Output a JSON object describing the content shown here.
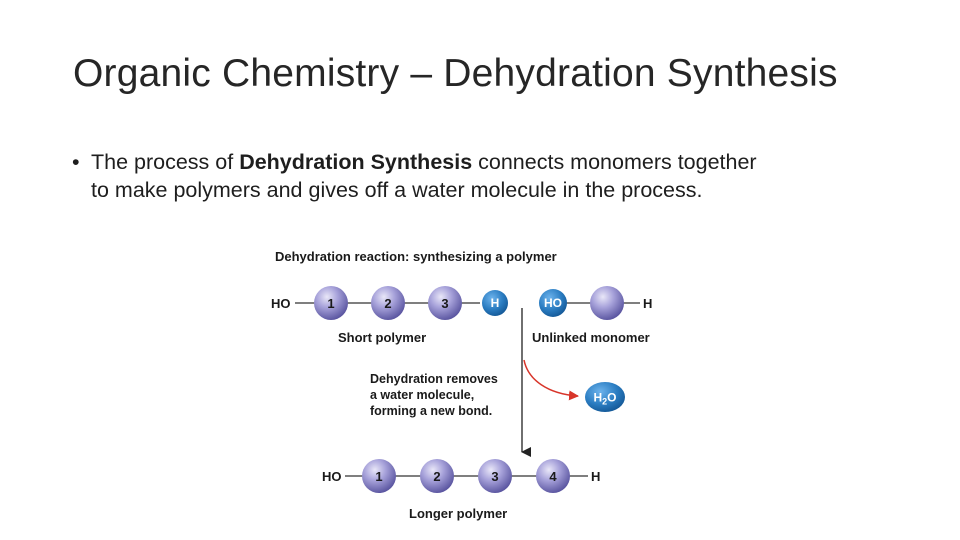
{
  "slide": {
    "title": "Organic Chemistry – Dehydration Synthesis",
    "bullet": {
      "marker": "•",
      "line1_pre": "The process of ",
      "line1_bold": "Dehydration Synthesis",
      "line1_post": " connects monomers together",
      "line2": "to make polymers and gives off a water molecule in the process."
    }
  },
  "figure": {
    "heading": "Dehydration reaction: synthesizing a polymer",
    "top_row": {
      "left_group": "HO",
      "monomers": [
        "1",
        "2",
        "3"
      ],
      "right_group": "H",
      "free_monomer_left": "HO",
      "free_monomer_right": "H",
      "short_polymer_label": "Short polymer",
      "unlinked_monomer_label": "Unlinked monomer"
    },
    "reaction_note": [
      "Dehydration removes",
      "a water molecule,",
      "forming a new bond."
    ],
    "product": {
      "main": "H",
      "sub": "2",
      "tail": "O"
    },
    "bottom_row": {
      "left_group": "HO",
      "monomers": [
        "1",
        "2",
        "3",
        "4"
      ],
      "right_group": "H",
      "label": "Longer polymer"
    },
    "colors": {
      "monomer": "#8b86c8",
      "group_blue": "#2b7dc2",
      "arrow_red": "#d8352a"
    }
  }
}
